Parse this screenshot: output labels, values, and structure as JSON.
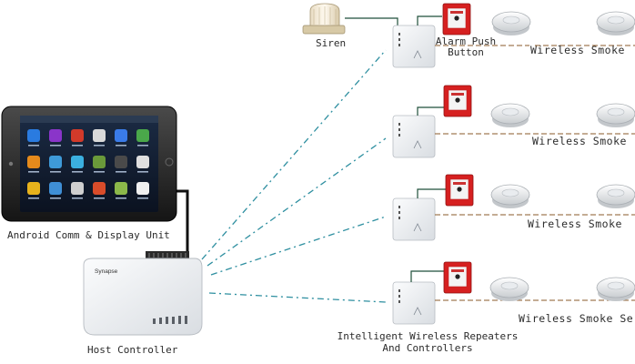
{
  "labels": {
    "siren": "Siren",
    "alarm_line1": "Alarm Push",
    "alarm_line2": "Button",
    "wireless_smoke_row1": "Wireless Smoke",
    "wireless_smoke_row2": "Wireless Smoke",
    "wireless_smoke_row3": "Wireless Smoke",
    "wireless_smoke_row4": "Wireless Smoke Se",
    "tablet": "Android Comm & Display Unit",
    "host": "Host Controller",
    "host_brand": "Synapse",
    "repeaters_line1": "Intelligent Wireless Repeaters",
    "repeaters_line2": "And Controllers"
  },
  "tablet_apps": [
    "Browser",
    "Multimedia",
    "Music Player",
    "PDF Viewer",
    "Word Viewer",
    "Excel Viewer",
    "PowerPoint",
    "Gallery",
    "Calendar",
    "Contacts",
    "Alarm",
    "Calculator",
    "File Manager",
    "Email",
    "Settings",
    "Camera",
    "Market",
    "Notes"
  ],
  "colors": {
    "link_dashed": "#2e8fa0",
    "wire_dashed": "#8a5a2a",
    "alarm_red": "#d62020",
    "device_body": "#eceff2"
  }
}
